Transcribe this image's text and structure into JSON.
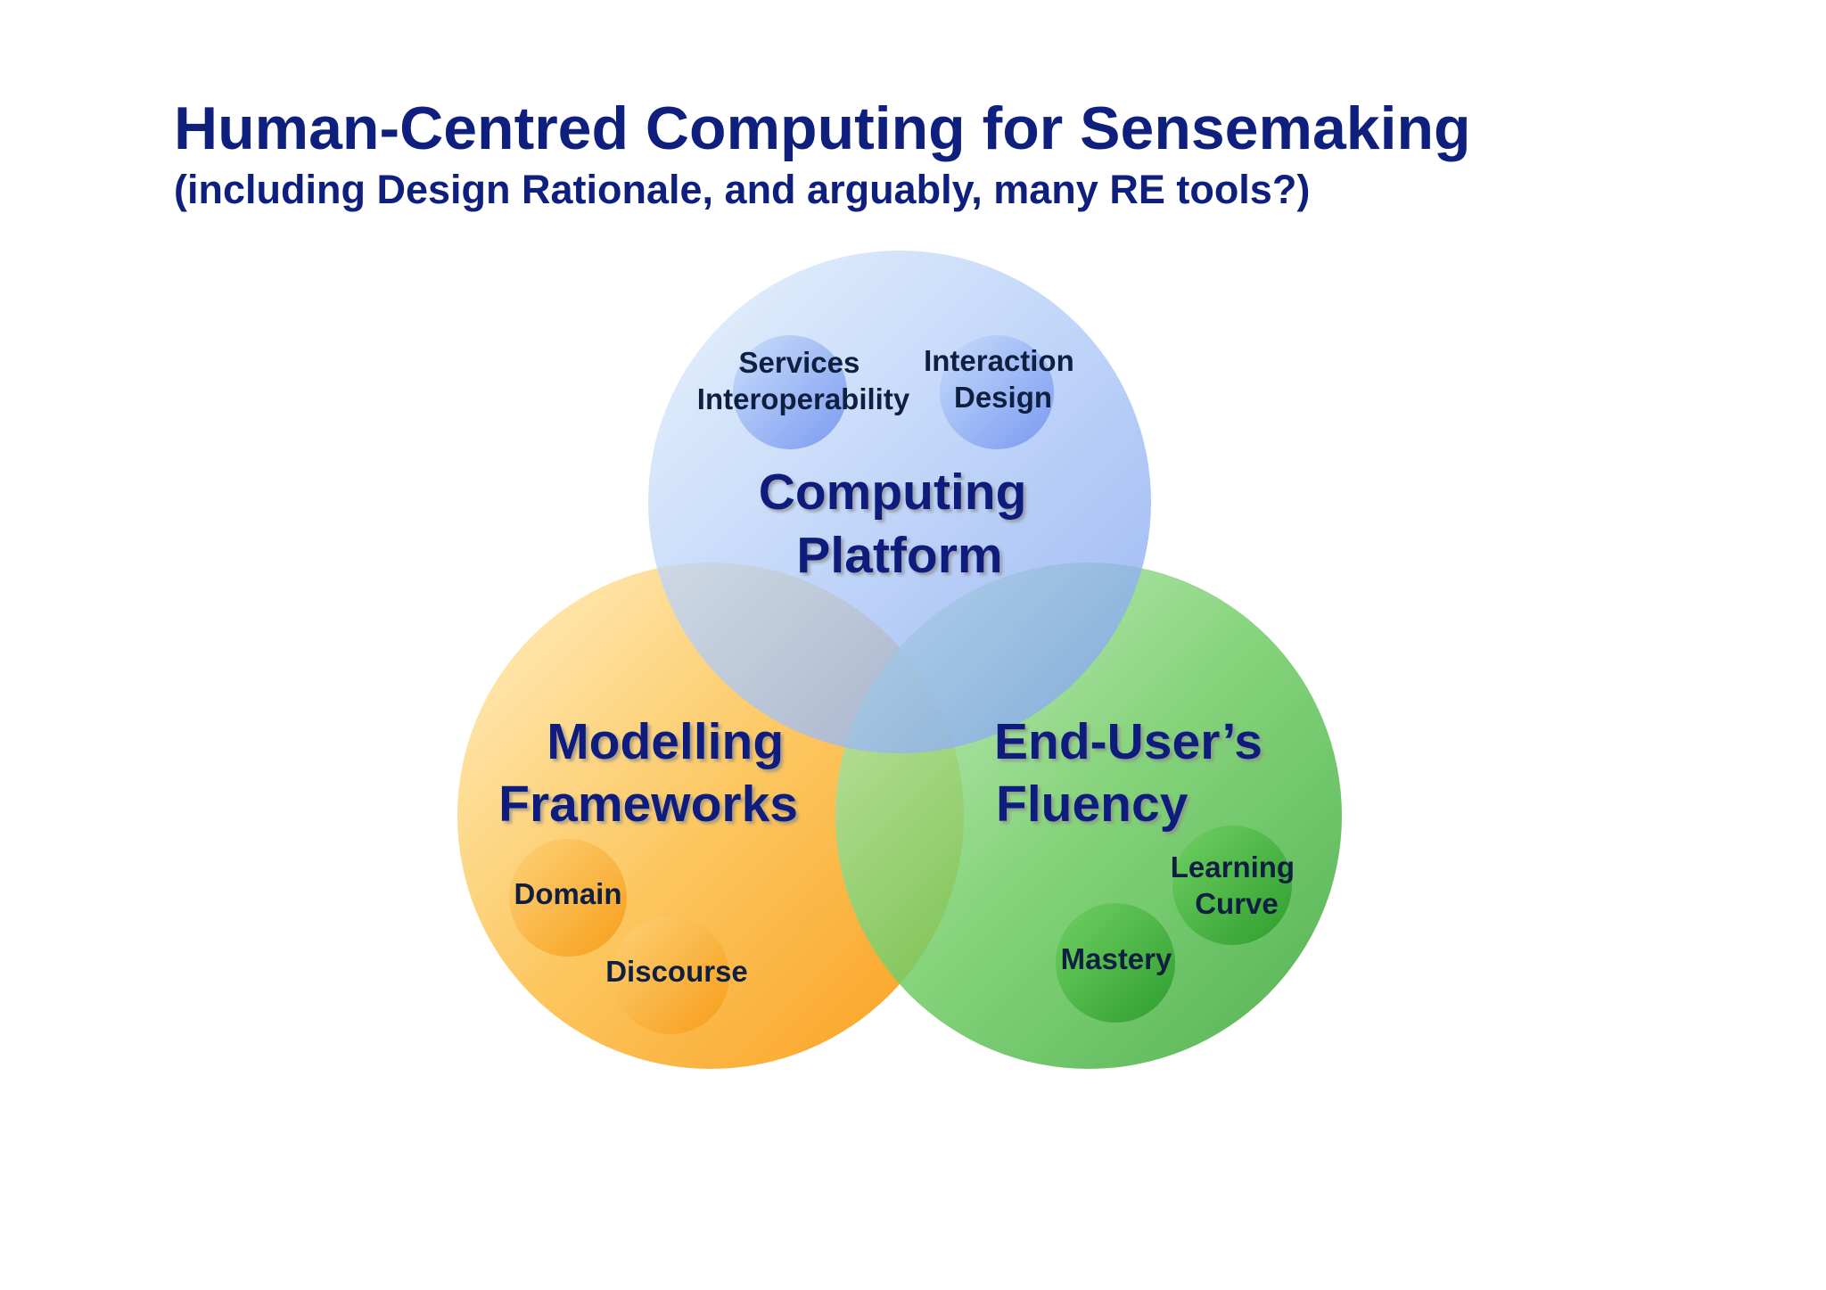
{
  "title": "Human-Centred Computing for Sensemaking",
  "subtitle": "(including Design Rationale, and arguably, many RE tools?)",
  "circles": {
    "computing_platform": {
      "label_lines": [
        "Computing",
        "Platform"
      ],
      "color": "#8aa8f0",
      "sub_items": [
        {
          "lines": [
            "Services",
            "Interoperability"
          ]
        },
        {
          "lines": [
            "Interaction",
            "Design"
          ]
        }
      ]
    },
    "modelling_frameworks": {
      "label_lines": [
        "Modelling",
        "Frameworks"
      ],
      "color": "#fbb03b",
      "sub_items": [
        {
          "lines": [
            "Domain"
          ]
        },
        {
          "lines": [
            "Discourse"
          ]
        }
      ]
    },
    "end_users_fluency": {
      "label_lines": [
        "End-User’s",
        "Fluency"
      ],
      "color": "#4cb848",
      "sub_items": [
        {
          "lines": [
            "Learning",
            "Curve"
          ]
        },
        {
          "lines": [
            "Mastery"
          ]
        }
      ]
    }
  }
}
